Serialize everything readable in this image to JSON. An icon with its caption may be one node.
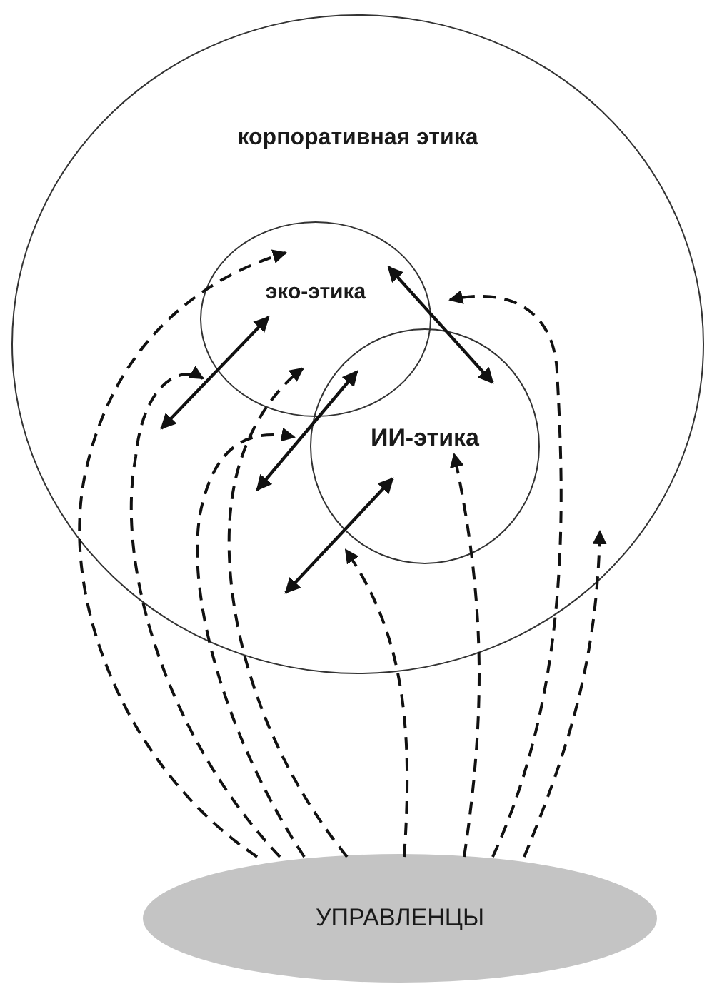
{
  "diagram": {
    "nodes": [
      {
        "text": [
          "корпоративная этика"
        ]
      },
      {
        "text": [
          "эко-этика"
        ],
        "in": 0
      },
      {
        "text": [
          "ИИ-этика"
        ],
        "in": 0
      },
      {
        "text": [
          "УПРАВЛЕНЦЫ"
        ]
      }
    ],
    "edges": [
      {
        "from": null,
        "to": 1,
        "arrow": "both"
      },
      {
        "from": 1,
        "to": 2,
        "arrow": "both"
      },
      {
        "from": null,
        "to": 2,
        "arrow": "both"
      },
      {
        "from": null,
        "to": 2,
        "arrow": "both"
      },
      {
        "from": 3,
        "to": 1,
        "arrow": "to",
        "style": "dashed"
      },
      {
        "from": 3,
        "to": 1,
        "arrow": "to",
        "style": "dashed"
      },
      {
        "from": 3,
        "to": 2,
        "arrow": "to",
        "style": "dashed"
      },
      {
        "from": 3,
        "to": 1,
        "arrow": "to",
        "style": "dashed"
      },
      {
        "from": 3,
        "to": 2,
        "arrow": "to",
        "style": "dashed"
      },
      {
        "from": 3,
        "to": 2,
        "arrow": "to",
        "style": "dashed"
      },
      {
        "from": 3,
        "to": 1,
        "arrow": "to",
        "style": "dashed"
      },
      {
        "from": 3,
        "to": null,
        "arrow": "to",
        "style": "dashed"
      }
    ]
  }
}
